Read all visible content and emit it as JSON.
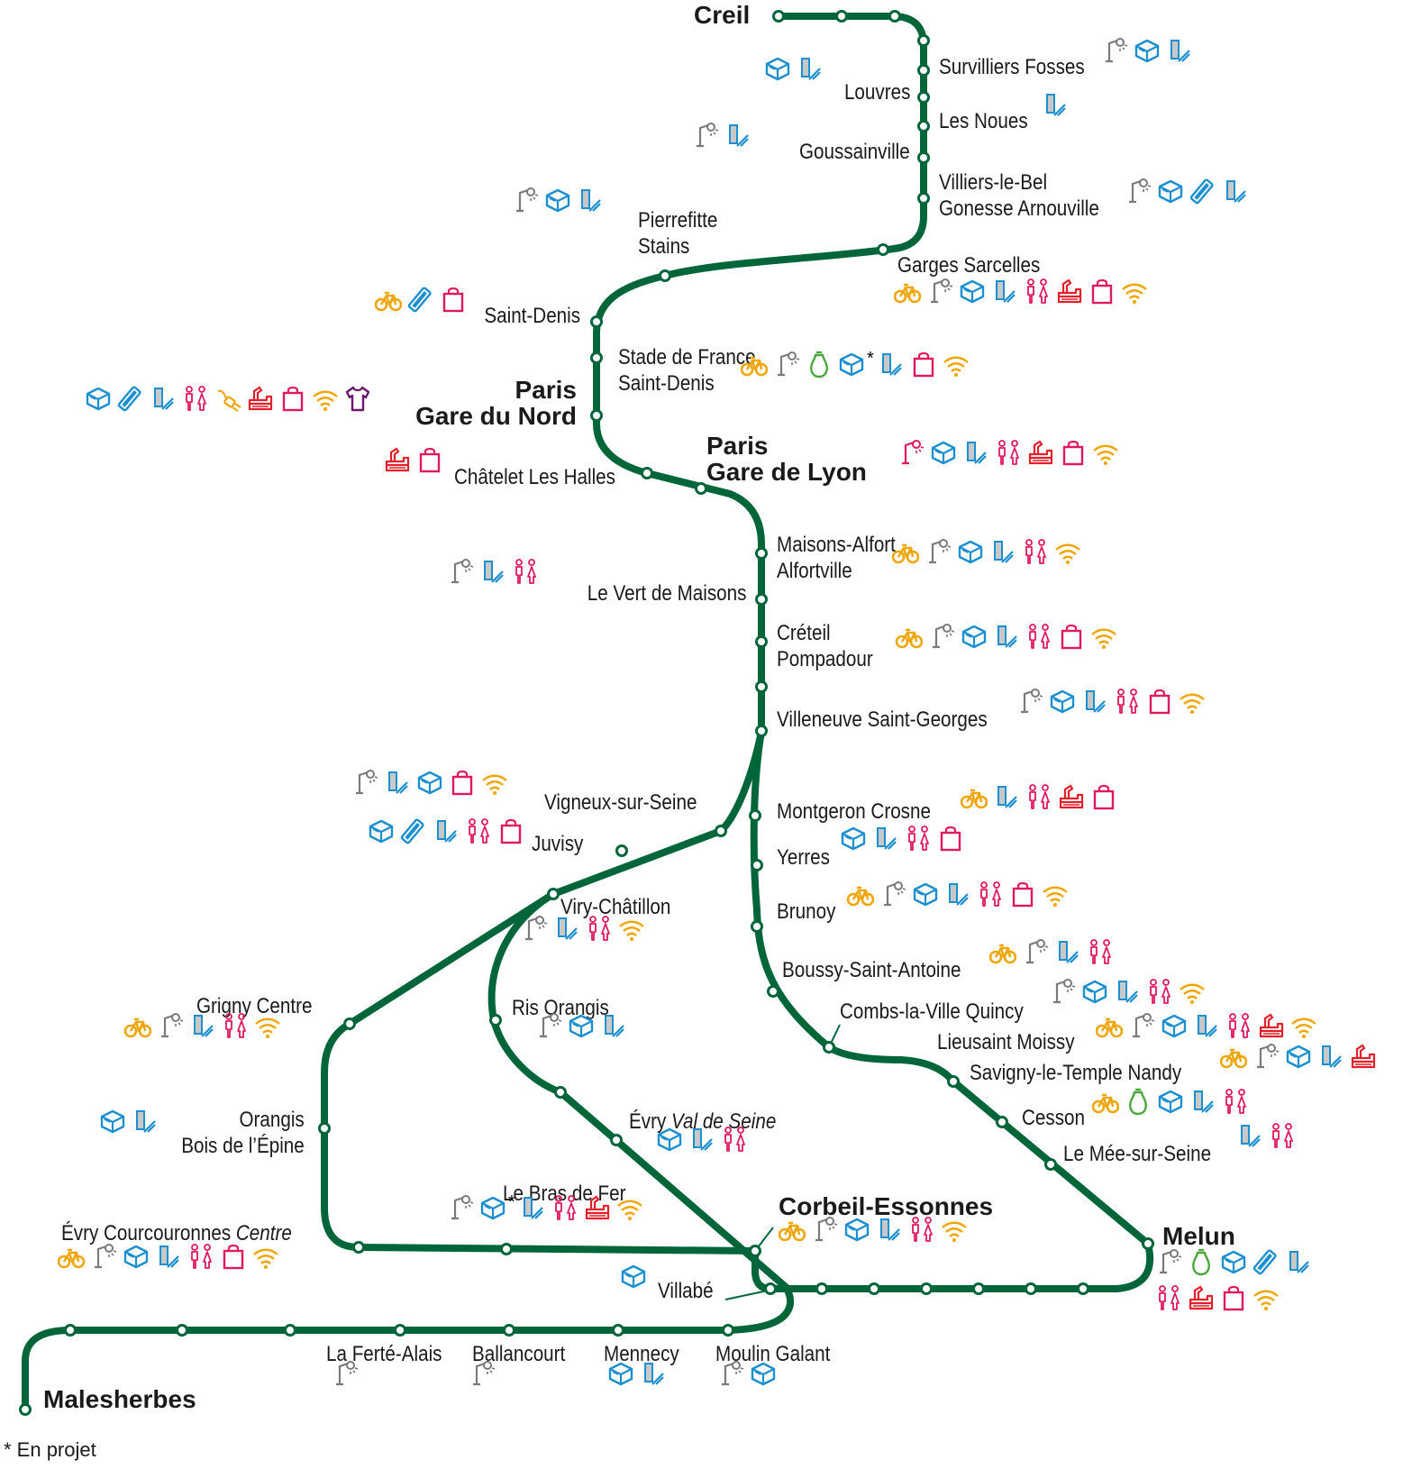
{
  "line_color": "#00663a",
  "colors": {
    "bike": "#f0a500",
    "shelter": "#7a7a7a",
    "locker": "#1b8fd0",
    "ticket": "#1b8fd0",
    "pass": "#1b8fd0",
    "vending": "#4aa83c",
    "wc": "#e0195c",
    "charge": "#f0a500",
    "food": "#e3202a",
    "shop": "#e0195c",
    "wifi": "#f0a500",
    "clothes": "#6a1a6e",
    "lamp_pink": "#e0195c"
  },
  "stations": [
    {
      "id": "creil",
      "lines": [
        "Creil"
      ],
      "major": true,
      "icons": []
    },
    {
      "id": "survilliers",
      "lines": [
        "Survilliers Fosses"
      ],
      "icons": [
        "shelter",
        "locker",
        "ticket"
      ]
    },
    {
      "id": "louvres",
      "lines": [
        "Louvres"
      ],
      "icons": [
        "locker",
        "ticket"
      ]
    },
    {
      "id": "lesnoues",
      "lines": [
        "Les Noues"
      ],
      "icons": [
        "ticket"
      ]
    },
    {
      "id": "goussainville",
      "lines": [
        "Goussainville"
      ],
      "icons": [
        "shelter",
        "ticket"
      ]
    },
    {
      "id": "villiers",
      "lines": [
        "Villiers-le-Bel",
        "Gonesse Arnouville"
      ],
      "icons": [
        "shelter",
        "locker",
        "pass",
        "ticket"
      ]
    },
    {
      "id": "pierrefitte",
      "lines": [
        "Pierrefitte",
        "Stains"
      ],
      "icons": [
        "shelter",
        "locker",
        "ticket"
      ]
    },
    {
      "id": "garges",
      "lines": [
        "Garges Sarcelles"
      ],
      "icons": [
        "bike",
        "shelter",
        "locker",
        "ticket",
        "wc",
        "food",
        "shop",
        "wifi"
      ]
    },
    {
      "id": "saintdenis",
      "lines": [
        "Saint-Denis"
      ],
      "icons": [
        "bike",
        "pass",
        "shop"
      ]
    },
    {
      "id": "stade",
      "lines": [
        "Stade de France",
        "Saint-Denis"
      ],
      "icons": [
        "bike",
        "shelter",
        "vending",
        "locker",
        "ticket",
        "shop",
        "wifi"
      ],
      "star_after": 3
    },
    {
      "id": "nord",
      "lines": [
        "Paris",
        "Gare du Nord"
      ],
      "major": true,
      "icons": [
        "locker",
        "pass",
        "ticket",
        "wc",
        "charge",
        "food",
        "shop",
        "wifi",
        "clothes"
      ]
    },
    {
      "id": "chatelet",
      "lines": [
        "Châtelet Les Halles"
      ],
      "icons": [
        "food",
        "shop"
      ]
    },
    {
      "id": "lyon",
      "lines": [
        "Paris",
        "Gare de Lyon"
      ],
      "major": true,
      "icons": [
        "lamp_pink",
        "locker",
        "ticket",
        "wc",
        "food",
        "shop",
        "wifi"
      ]
    },
    {
      "id": "maisons",
      "lines": [
        "Maisons-Alfort",
        "Alfortville"
      ],
      "icons": [
        "bike",
        "shelter",
        "locker",
        "ticket",
        "wc",
        "wifi"
      ]
    },
    {
      "id": "vert",
      "lines": [
        "Le Vert de Maisons"
      ],
      "icons": [
        "shelter",
        "ticket",
        "wc"
      ]
    },
    {
      "id": "creteil",
      "lines": [
        "Créteil",
        "Pompadour"
      ],
      "icons": [
        "bike",
        "shelter",
        "locker",
        "ticket",
        "wc",
        "shop",
        "wifi"
      ]
    },
    {
      "id": "villeneuve",
      "lines": [
        "Villeneuve Saint-Georges"
      ],
      "icons": [
        "shelter",
        "locker",
        "ticket",
        "wc",
        "shop",
        "wifi"
      ]
    },
    {
      "id": "vigneux",
      "lines": [
        "Vigneux-sur-Seine"
      ],
      "icons": [
        "shelter",
        "ticket",
        "locker",
        "shop",
        "wifi"
      ]
    },
    {
      "id": "montgeron",
      "lines": [
        "Montgeron Crosne"
      ],
      "icons": [
        "bike",
        "ticket",
        "wc",
        "food",
        "shop"
      ]
    },
    {
      "id": "juvisy",
      "lines": [
        "Juvisy"
      ],
      "icons": [
        "locker",
        "pass",
        "ticket",
        "wc",
        "shop"
      ]
    },
    {
      "id": "yerres",
      "lines": [
        "Yerres"
      ],
      "icons": [
        "locker",
        "ticket",
        "wc",
        "shop"
      ]
    },
    {
      "id": "viry",
      "lines": [
        "Viry-Châtillon"
      ],
      "icons": [
        "shelter",
        "ticket",
        "wc",
        "wifi"
      ]
    },
    {
      "id": "brunoy",
      "lines": [
        "Brunoy"
      ],
      "icons": [
        "bike",
        "shelter",
        "locker",
        "ticket",
        "wc",
        "shop",
        "wifi"
      ]
    },
    {
      "id": "boussy",
      "lines": [
        "Boussy-Saint-Antoine"
      ],
      "icons": [
        "bike",
        "shelter",
        "ticket",
        "wc"
      ]
    },
    {
      "id": "grigny",
      "lines": [
        "Grigny Centre"
      ],
      "icons": [
        "bike",
        "shelter",
        "ticket",
        "wc",
        "wifi"
      ]
    },
    {
      "id": "ris",
      "lines": [
        "Ris Orangis"
      ],
      "icons": [
        "shelter",
        "locker",
        "ticket"
      ]
    },
    {
      "id": "combs",
      "lines": [
        "Combs-la-Ville Quincy"
      ],
      "icons": [
        "shelter",
        "locker",
        "ticket",
        "wc",
        "wifi"
      ]
    },
    {
      "id": "lieusaint",
      "lines": [
        "Lieusaint Moissy"
      ],
      "icons": [
        "bike",
        "shelter",
        "locker",
        "ticket",
        "wc",
        "food",
        "wifi"
      ]
    },
    {
      "id": "savigny",
      "lines": [
        "Savigny-le-Temple  Nandy"
      ],
      "icons": [
        "bike",
        "shelter",
        "locker",
        "ticket",
        "food"
      ]
    },
    {
      "id": "orangis",
      "lines": [
        "Orangis",
        "Bois de l’Épine"
      ],
      "icons": [
        "locker",
        "ticket"
      ]
    },
    {
      "id": "cesson",
      "lines": [
        "Cesson"
      ],
      "icons": [
        "bike",
        "vending",
        "locker",
        "ticket",
        "wc"
      ]
    },
    {
      "id": "evry_vs",
      "lines": [
        "Évry Val de Seine"
      ],
      "icons": [
        "locker",
        "ticket",
        "wc"
      ]
    },
    {
      "id": "lemee",
      "lines": [
        "Le Mée-sur-Seine"
      ],
      "icons": [
        "ticket",
        "wc"
      ]
    },
    {
      "id": "brasdefer",
      "lines": [
        "Le Bras de Fer"
      ],
      "icons": [
        "shelter",
        "locker",
        "ticket",
        "wc",
        "food",
        "wifi"
      ],
      "star_after": 1
    },
    {
      "id": "corbeil",
      "lines": [
        "Corbeil-Essonnes"
      ],
      "major": true,
      "icons": [
        "bike",
        "shelter",
        "locker",
        "ticket",
        "wc",
        "wifi"
      ]
    },
    {
      "id": "melun",
      "lines": [
        "Melun"
      ],
      "major": true,
      "icons": [
        "shelter",
        "vending",
        "locker",
        "pass",
        "ticket"
      ],
      "icons2": [
        "wc",
        "food",
        "shop",
        "wifi"
      ]
    },
    {
      "id": "evry_cc",
      "lines": [
        "Évry Courcouronnes Centre"
      ],
      "icons": [
        "bike",
        "shelter",
        "locker",
        "ticket",
        "wc",
        "shop",
        "wifi"
      ]
    },
    {
      "id": "villabe",
      "lines": [
        "Villabé"
      ],
      "icons": [
        "locker"
      ]
    },
    {
      "id": "laferte",
      "lines": [
        "La Ferté-Alais"
      ],
      "icons": [
        "shelter"
      ]
    },
    {
      "id": "ballancourt",
      "lines": [
        "Ballancourt"
      ],
      "icons": [
        "shelter"
      ]
    },
    {
      "id": "mennecy",
      "lines": [
        "Mennecy"
      ],
      "icons": [
        "locker",
        "ticket"
      ]
    },
    {
      "id": "moulin",
      "lines": [
        "Moulin Galant"
      ],
      "icons": [
        "shelter",
        "locker"
      ]
    },
    {
      "id": "malesherbes",
      "lines": [
        "Malesherbes"
      ],
      "major": true,
      "icons": []
    }
  ],
  "star_mark": "*",
  "footnote": "* En projet"
}
